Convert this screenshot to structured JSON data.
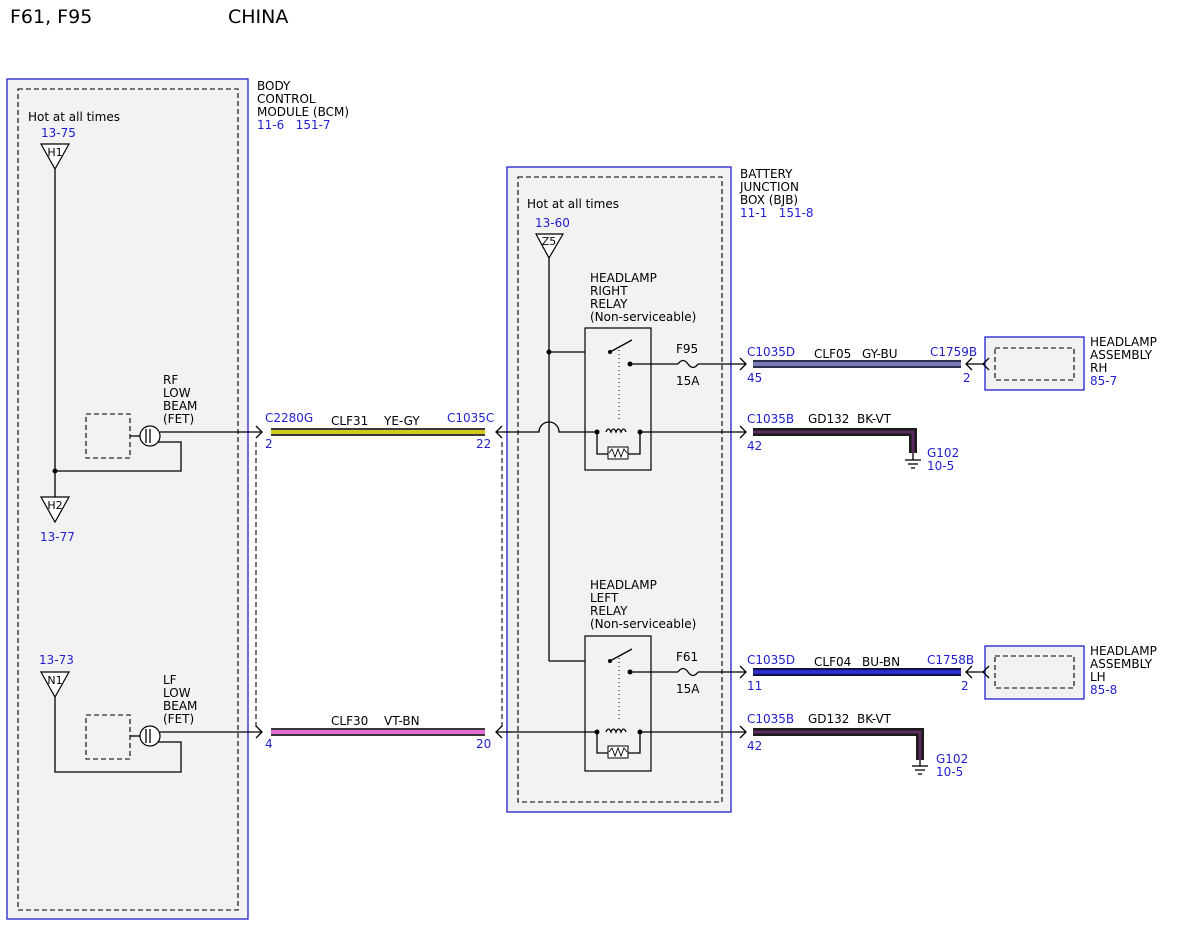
{
  "header": {
    "vehicles": "F61, F95",
    "market": "CHINA"
  },
  "bcm": {
    "name_lines": [
      "BODY",
      "CONTROL",
      "MODULE (BCM)"
    ],
    "refs": "11-6   151-7",
    "hot_label": "Hot at all times",
    "h1_ref": "13-75",
    "h1": "H1",
    "h2": "H2",
    "h2_ref": "13-77",
    "n1_ref": "13-73",
    "n1": "N1",
    "rf_lines": [
      "RF",
      "LOW",
      "BEAM",
      "(FET)"
    ],
    "lf_lines": [
      "LF",
      "LOW",
      "BEAM",
      "(FET)"
    ]
  },
  "bjb": {
    "name_lines": [
      "BATTERY",
      "JUNCTION",
      "BOX (BJB)"
    ],
    "refs": "11-1   151-8",
    "hot_label": "Hot at all times",
    "z5_ref": "13-60",
    "z5": "Z5",
    "right_relay_lines": [
      "HEADLAMP",
      "RIGHT",
      "RELAY",
      "(Non-serviceable)"
    ],
    "left_relay_lines": [
      "HEADLAMP",
      "LEFT",
      "RELAY",
      "(Non-serviceable)"
    ],
    "fuse_top": {
      "name": "F95",
      "rating": "15A"
    },
    "fuse_bottom": {
      "name": "F61",
      "rating": "15A"
    }
  },
  "circuits": {
    "clf31": {
      "conn_left": "C2280G",
      "pin_left": "2",
      "circuit": "CLF31",
      "color": "YE-GY",
      "conn_right": "C1035C",
      "pin_right": "22"
    },
    "clf30": {
      "pin_left": "4",
      "circuit": "CLF30",
      "color": "VT-BN",
      "pin_right": "20"
    },
    "clf05": {
      "conn_left": "C1035D",
      "pin_left": "45",
      "circuit": "CLF05",
      "color": "GY-BU",
      "conn_right": "C1759B",
      "pin_right": "2"
    },
    "gd132_top": {
      "conn": "C1035B",
      "pin": "42",
      "circuit": "GD132",
      "color": "BK-VT",
      "ground": "G102",
      "ground_ref": "10-5"
    },
    "clf04": {
      "conn_left": "C1035D",
      "pin_left": "11",
      "circuit": "CLF04",
      "color": "BU-BN",
      "conn_right": "C1758B",
      "pin_right": "2"
    },
    "gd132_bottom": {
      "conn": "C1035B",
      "pin": "42",
      "circuit": "GD132",
      "color": "BK-VT",
      "ground": "G102",
      "ground_ref": "10-5"
    }
  },
  "headlamp_rh": {
    "lines": [
      "HEADLAMP",
      "ASSEMBLY",
      "RH"
    ],
    "ref": "85-7"
  },
  "headlamp_lh": {
    "lines": [
      "HEADLAMP",
      "ASSEMBLY",
      "LH"
    ],
    "ref": "85-8"
  },
  "wire_colors": {
    "ye_gy": "#d4c81a",
    "vt_bn": "#e56ad6",
    "gy_bu": "#7a7cb8",
    "bu_bn": "#2b2bd0",
    "bk_vt": "#2b0f2f",
    "module_outline": "#1f1fd0",
    "module_fill": "#f2f2f2"
  }
}
